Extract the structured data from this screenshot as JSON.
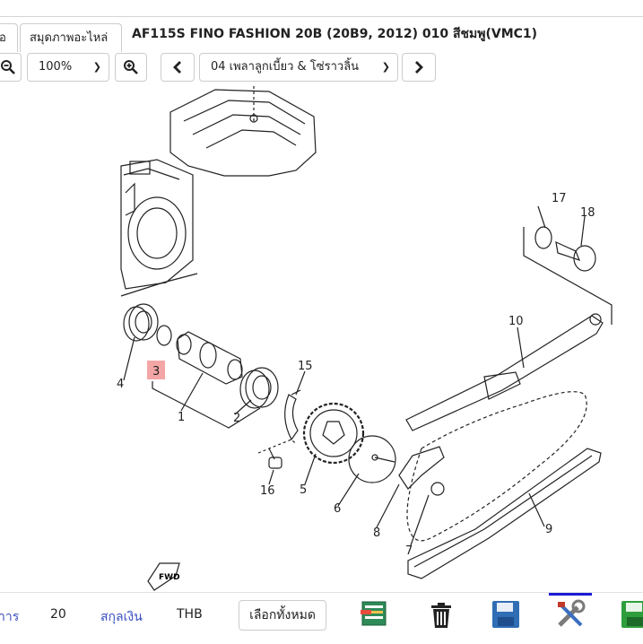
{
  "tabs": {
    "tab1": "อ",
    "tab2": "สมุดภาพอะไหล่"
  },
  "page_title": "AF115S FINO FASHION 20B (20B9, 2012) 010 สีชมพู(VMC1)",
  "toolbar": {
    "zoom_value": "100%",
    "section_value": "04 เพลาลูกเบี้ยว & โซ่ราวลิ้น"
  },
  "diagram": {
    "callouts": {
      "c1": "1",
      "c2": "2",
      "c3": "3",
      "c4": "4",
      "c5": "5",
      "c6": "6",
      "c7": "7",
      "c8": "8",
      "c9": "9",
      "c10": "10",
      "c15": "15",
      "c16": "16",
      "c17": "17",
      "c18": "18"
    },
    "fwd_label": "FWD",
    "highlight_color": "#f4a6a6"
  },
  "bottom": {
    "items_label_fragment": "าาร",
    "items_count": "20",
    "currency_label": "สกุลเงิน",
    "currency_value": "THB",
    "select_all_label": "เลือกทั้งหมด",
    "link_color": "#3a4fc0"
  },
  "icons": [
    "zoom-out-icon",
    "zoom-in-icon",
    "chevron-left-icon",
    "chevron-right-icon",
    "list-add-icon",
    "trash-icon",
    "save-icon",
    "tools-icon",
    "save-green-icon"
  ]
}
